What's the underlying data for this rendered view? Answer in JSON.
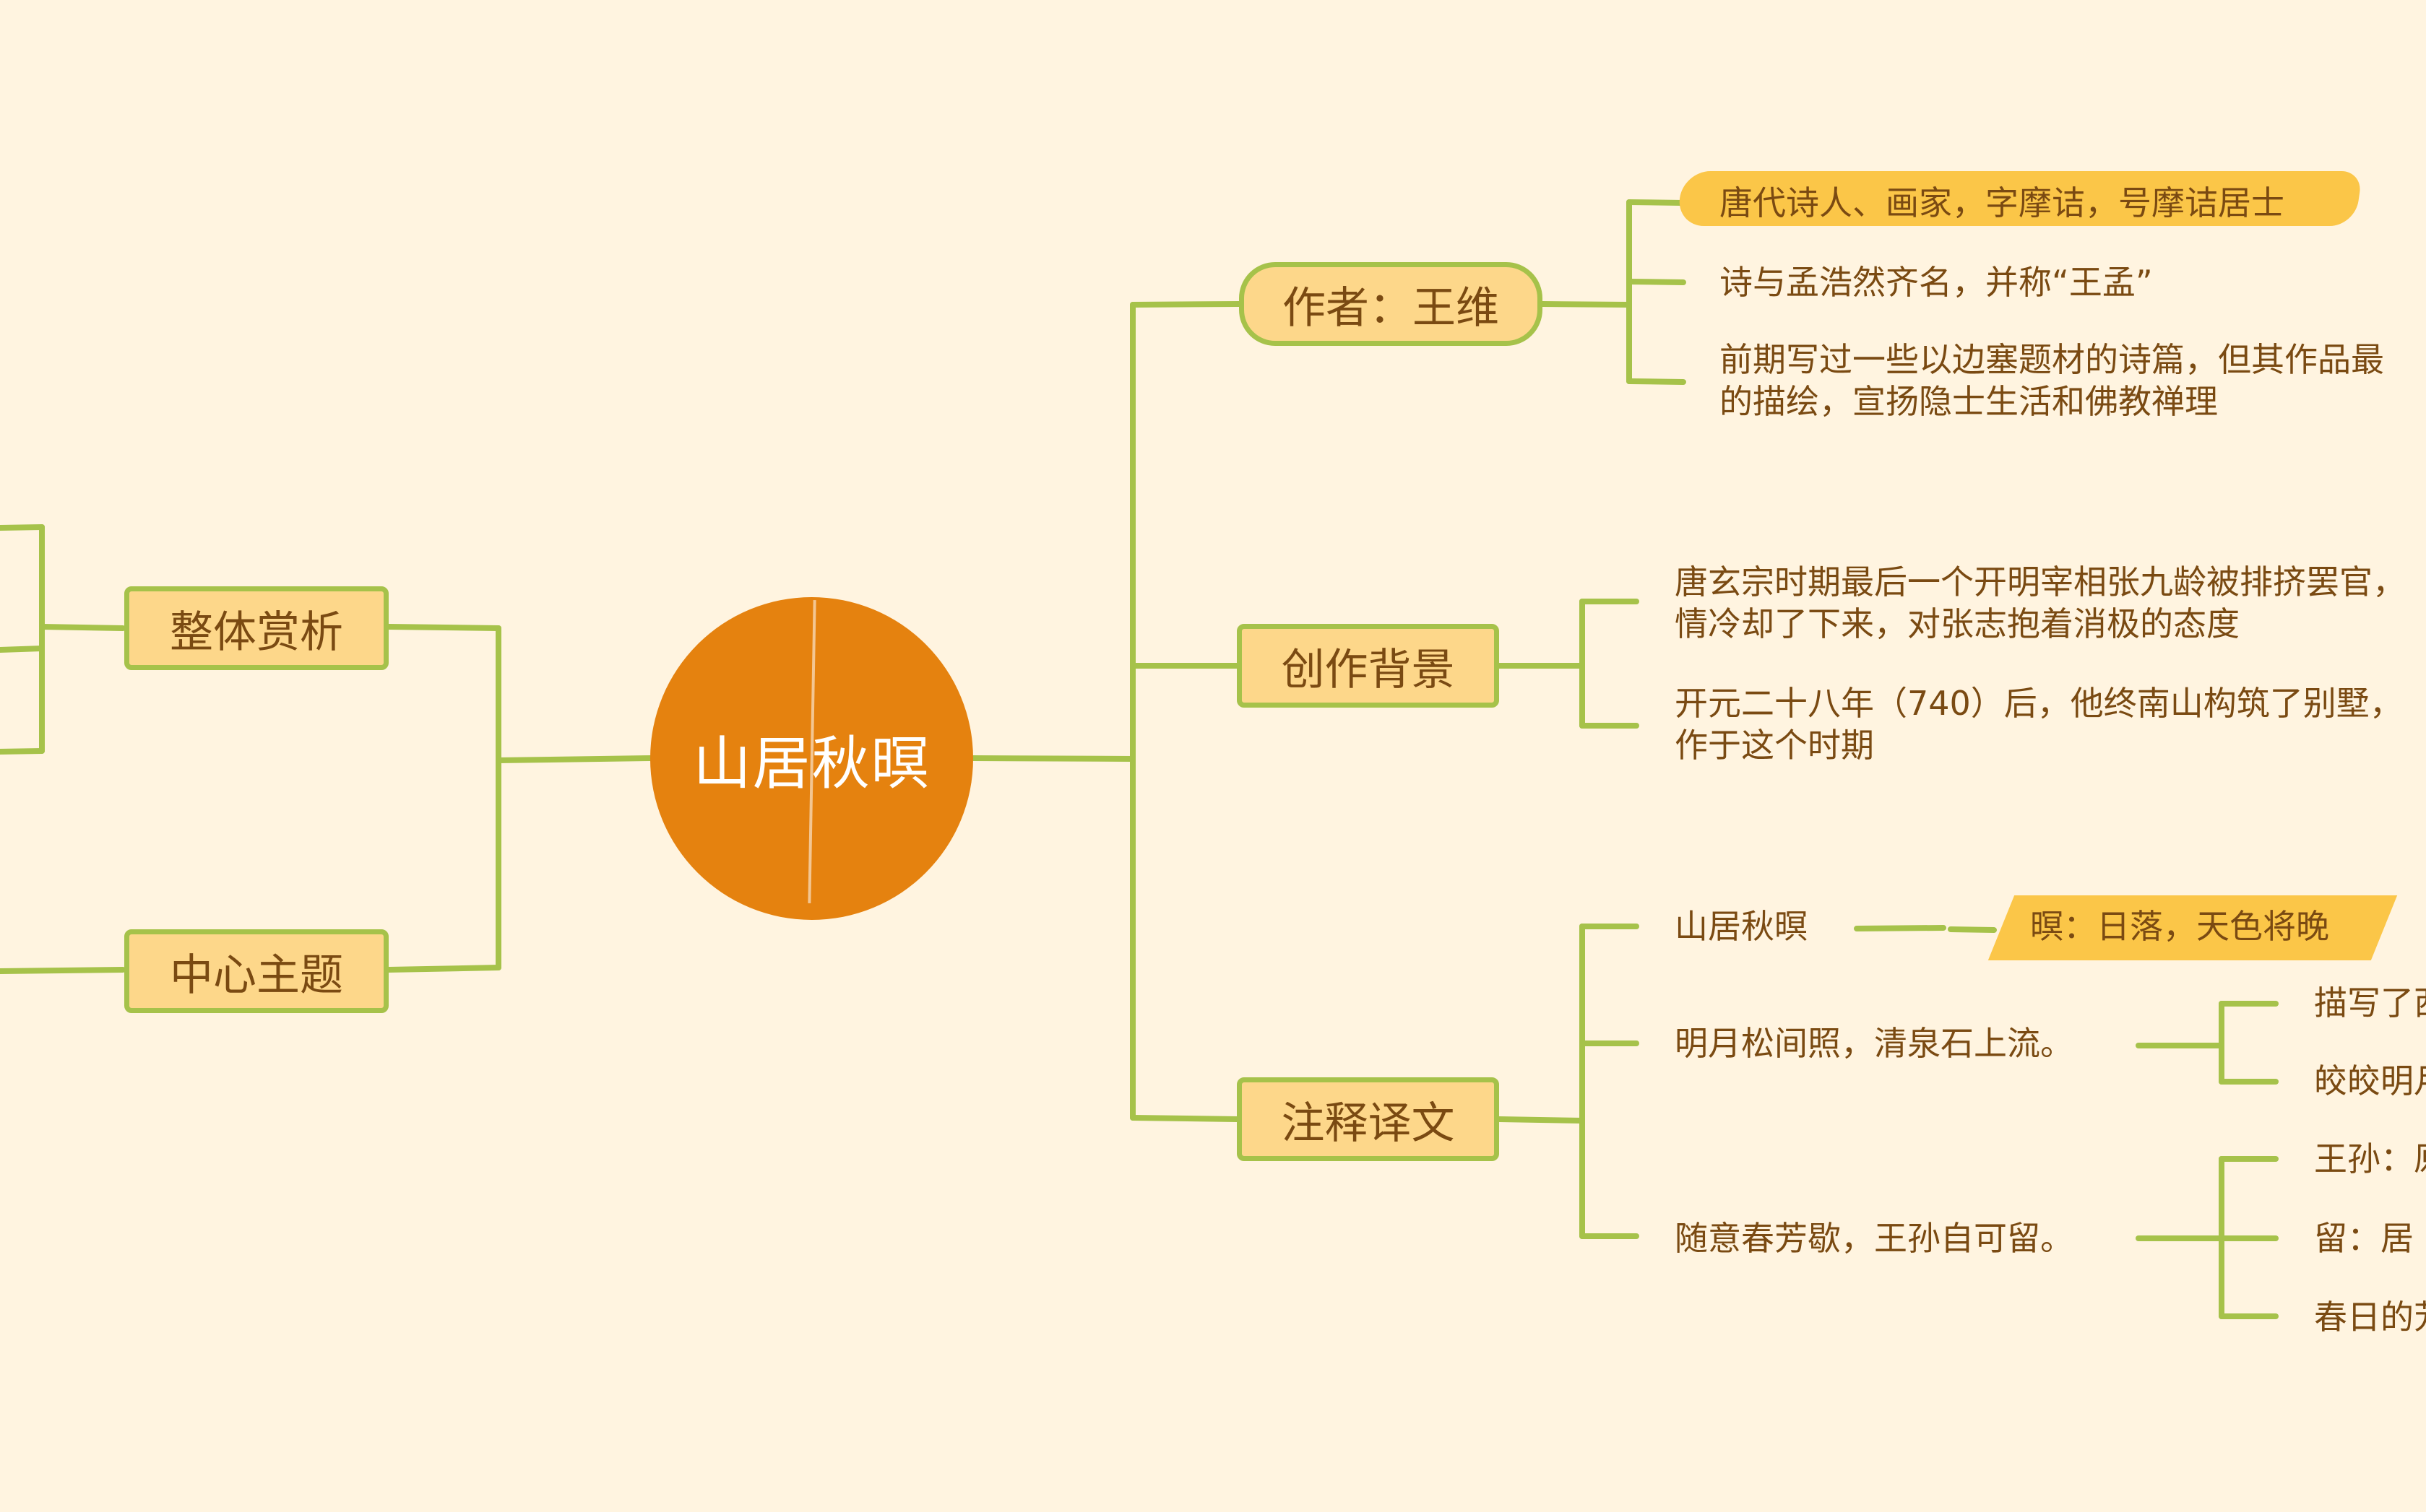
{
  "colors": {
    "background": "#FFF4E0",
    "center": "#E5820F",
    "node_fill": "#FDD78A",
    "node_border": "#A6C24A",
    "line": "#A6C24A",
    "text": "#7A4A12",
    "highlight": "#FBC648"
  },
  "center": {
    "title": "山居秋暝"
  },
  "left_branches": {
    "overall": {
      "label": "整体赏析"
    },
    "theme": {
      "label": "中心主题"
    }
  },
  "right_branches": {
    "author": {
      "label": "作者：王维",
      "items": [
        {
          "line1": "唐代诗人、画家，字摩诘，号摩诘居士"
        },
        {
          "line1": "诗与孟浩然齐名，并称“王孟”"
        },
        {
          "line1": "前期写过一些以边塞题材的诗篇，但其作品最",
          "line2": "的描绘，宣扬隐士生活和佛教禅理"
        }
      ]
    },
    "background": {
      "label": "创作背景",
      "items": [
        {
          "line1": "唐玄宗时期最后一个开明宰相张九龄被排挤罢官，",
          "line2": "情冷却了下来，对张志抱着消极的态度"
        },
        {
          "line1": "开元二十八年（740）后，他终南山构筑了别墅，",
          "line2": "作于这个时期"
        }
      ]
    },
    "notes": {
      "label": "注释译文",
      "items": [
        {
          "text": "山居秋暝",
          "sub": [
            "暝：日落，天色将晚"
          ]
        },
        {
          "text": "明月松间照，清泉石上流。",
          "sub": [
            "描写了西",
            "皎皎明月"
          ]
        },
        {
          "text": "随意春芳歇，王孙自可留。",
          "sub": [
            "王孙：原",
            "留：居",
            "春日的芳"
          ]
        }
      ]
    }
  }
}
